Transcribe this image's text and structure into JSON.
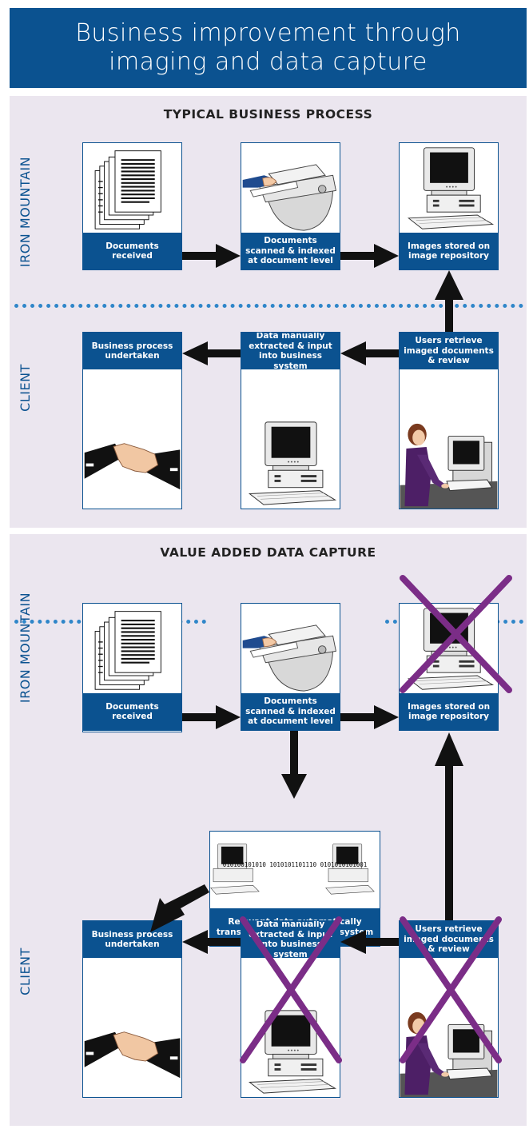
{
  "header": {
    "line1": "Business improvement through",
    "line2": "imaging and data capture"
  },
  "sections": {
    "typical": {
      "title": "TYPICAL BUSINESS PROCESS",
      "label_top": "IRON MOUNTAIN",
      "label_bottom": "CLIENT",
      "steps": {
        "received": "Documents received",
        "scanned": "Documents scanned & indexed at document level",
        "stored": "Images stored on image repository",
        "business": "Business process undertaken",
        "manual": "Data manually extracted & input into business system",
        "retrieve": "Users retrieve imaged documents & review"
      }
    },
    "value_added": {
      "title": "VALUE ADDED DATA CAPTURE",
      "label_top": "IRON MOUNTAIN",
      "label_bottom": "CLIENT",
      "binary": "010100101010 1010101101110 0101010101001",
      "steps": {
        "received": "Documents received",
        "scanned": "Documents scanned & indexed at document level",
        "stored": "Images stored on image repository",
        "transfer": "Relevant data automatically transferred into business system",
        "business": "Business process undertaken",
        "manual": "Data manually extracted & input into business system",
        "retrieve": "Users retrieve imaged documents & review"
      }
    }
  },
  "colors": {
    "header_blue": "#0b5290",
    "panel_bg": "#ebe6ef",
    "divider": "#2f86c9",
    "cross": "#7b2d87",
    "arrow": "#111111"
  },
  "icons": [
    "documents-stack-icon",
    "scanner-icon",
    "computer-icon",
    "handshake-icon",
    "user-at-computer-icon",
    "binary-transfer-icon",
    "cross-out-icon"
  ]
}
